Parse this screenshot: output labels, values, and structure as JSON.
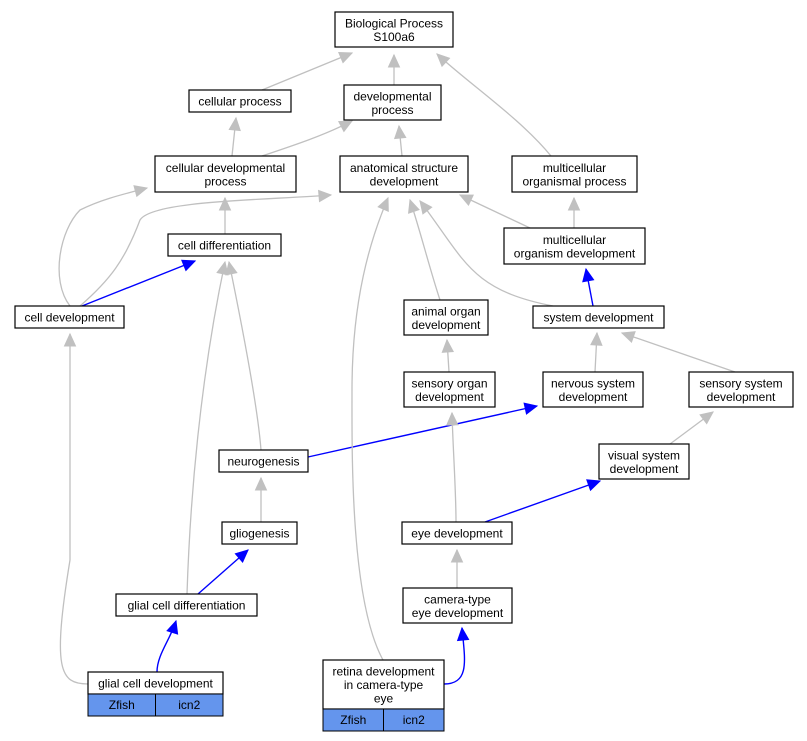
{
  "graph": {
    "colors": {
      "background": "#ffffff",
      "node_border": "#000000",
      "is_a_edge": "#c0c0c0",
      "part_of_edge": "#0000ff",
      "annotation_tag": "#6495ed"
    },
    "nodes": [
      {
        "id": "root",
        "lines": [
          "Biological Process",
          "S100a6"
        ]
      },
      {
        "id": "cellular-process",
        "lines": [
          "cellular process"
        ]
      },
      {
        "id": "developmental-process",
        "lines": [
          "developmental",
          "process"
        ]
      },
      {
        "id": "cellular-developmental-process",
        "lines": [
          "cellular developmental",
          "process"
        ]
      },
      {
        "id": "anatomical-structure-development",
        "lines": [
          "anatomical structure",
          "development"
        ]
      },
      {
        "id": "multicellular-organismal-process",
        "lines": [
          "multicellular",
          "organismal process"
        ]
      },
      {
        "id": "cell-differentiation",
        "lines": [
          "cell differentiation"
        ]
      },
      {
        "id": "multicellular-organism-development",
        "lines": [
          "multicellular",
          "organism development"
        ]
      },
      {
        "id": "cell-development",
        "lines": [
          "cell development"
        ]
      },
      {
        "id": "animal-organ-development",
        "lines": [
          "animal organ",
          "development"
        ]
      },
      {
        "id": "system-development",
        "lines": [
          "system development"
        ]
      },
      {
        "id": "sensory-organ-development",
        "lines": [
          "sensory organ",
          "development"
        ]
      },
      {
        "id": "nervous-system-development",
        "lines": [
          "nervous system",
          "development"
        ]
      },
      {
        "id": "sensory-system-development",
        "lines": [
          "sensory system",
          "development"
        ]
      },
      {
        "id": "neurogenesis",
        "lines": [
          "neurogenesis"
        ]
      },
      {
        "id": "visual-system-development",
        "lines": [
          "visual system",
          "development"
        ]
      },
      {
        "id": "gliogenesis",
        "lines": [
          "gliogenesis"
        ]
      },
      {
        "id": "eye-development",
        "lines": [
          "eye development"
        ]
      },
      {
        "id": "camera-type-eye-development",
        "lines": [
          "camera-type",
          "eye development"
        ]
      },
      {
        "id": "glial-cell-differentiation",
        "lines": [
          "glial cell differentiation"
        ]
      },
      {
        "id": "glial-cell-development",
        "lines": [
          "glial cell development"
        ],
        "tags": [
          "Zfish",
          "icn2"
        ]
      },
      {
        "id": "retina-development-in-camera-type-eye",
        "lines": [
          "retina development",
          "in camera-type",
          "eye"
        ],
        "tags": [
          "Zfish",
          "icn2"
        ]
      }
    ],
    "edges": [
      {
        "from": "cellular-process",
        "to": "root",
        "kind": "is_a"
      },
      {
        "from": "developmental-process",
        "to": "root",
        "kind": "is_a"
      },
      {
        "from": "multicellular-organismal-process",
        "to": "root",
        "kind": "is_a"
      },
      {
        "from": "cellular-developmental-process",
        "to": "cellular-process",
        "kind": "is_a"
      },
      {
        "from": "cellular-developmental-process",
        "to": "developmental-process",
        "kind": "is_a"
      },
      {
        "from": "anatomical-structure-development",
        "to": "developmental-process",
        "kind": "is_a"
      },
      {
        "from": "cell-differentiation",
        "to": "cellular-developmental-process",
        "kind": "is_a"
      },
      {
        "from": "multicellular-organism-development",
        "to": "multicellular-organismal-process",
        "kind": "is_a"
      },
      {
        "from": "multicellular-organism-development",
        "to": "anatomical-structure-development",
        "kind": "is_a"
      },
      {
        "from": "cell-development",
        "to": "cellular-developmental-process",
        "kind": "is_a"
      },
      {
        "from": "cell-development",
        "to": "anatomical-structure-development",
        "kind": "is_a"
      },
      {
        "from": "cell-development",
        "to": "cell-differentiation",
        "kind": "part_of"
      },
      {
        "from": "animal-organ-development",
        "to": "anatomical-structure-development",
        "kind": "is_a"
      },
      {
        "from": "system-development",
        "to": "anatomical-structure-development",
        "kind": "is_a"
      },
      {
        "from": "system-development",
        "to": "multicellular-organism-development",
        "kind": "part_of"
      },
      {
        "from": "sensory-organ-development",
        "to": "animal-organ-development",
        "kind": "is_a"
      },
      {
        "from": "nervous-system-development",
        "to": "system-development",
        "kind": "is_a"
      },
      {
        "from": "sensory-system-development",
        "to": "system-development",
        "kind": "is_a"
      },
      {
        "from": "neurogenesis",
        "to": "cell-differentiation",
        "kind": "is_a"
      },
      {
        "from": "neurogenesis",
        "to": "nervous-system-development",
        "kind": "part_of"
      },
      {
        "from": "visual-system-development",
        "to": "sensory-system-development",
        "kind": "is_a"
      },
      {
        "from": "gliogenesis",
        "to": "neurogenesis",
        "kind": "is_a"
      },
      {
        "from": "eye-development",
        "to": "sensory-organ-development",
        "kind": "is_a"
      },
      {
        "from": "eye-development",
        "to": "visual-system-development",
        "kind": "part_of"
      },
      {
        "from": "camera-type-eye-development",
        "to": "eye-development",
        "kind": "is_a"
      },
      {
        "from": "glial-cell-differentiation",
        "to": "cell-differentiation",
        "kind": "is_a"
      },
      {
        "from": "glial-cell-differentiation",
        "to": "gliogenesis",
        "kind": "part_of"
      },
      {
        "from": "glial-cell-development",
        "to": "cell-development",
        "kind": "is_a"
      },
      {
        "from": "glial-cell-development",
        "to": "glial-cell-differentiation",
        "kind": "part_of"
      },
      {
        "from": "retina-development-in-camera-type-eye",
        "to": "anatomical-structure-development",
        "kind": "is_a"
      },
      {
        "from": "retina-development-in-camera-type-eye",
        "to": "camera-type-eye-development",
        "kind": "part_of"
      }
    ]
  }
}
